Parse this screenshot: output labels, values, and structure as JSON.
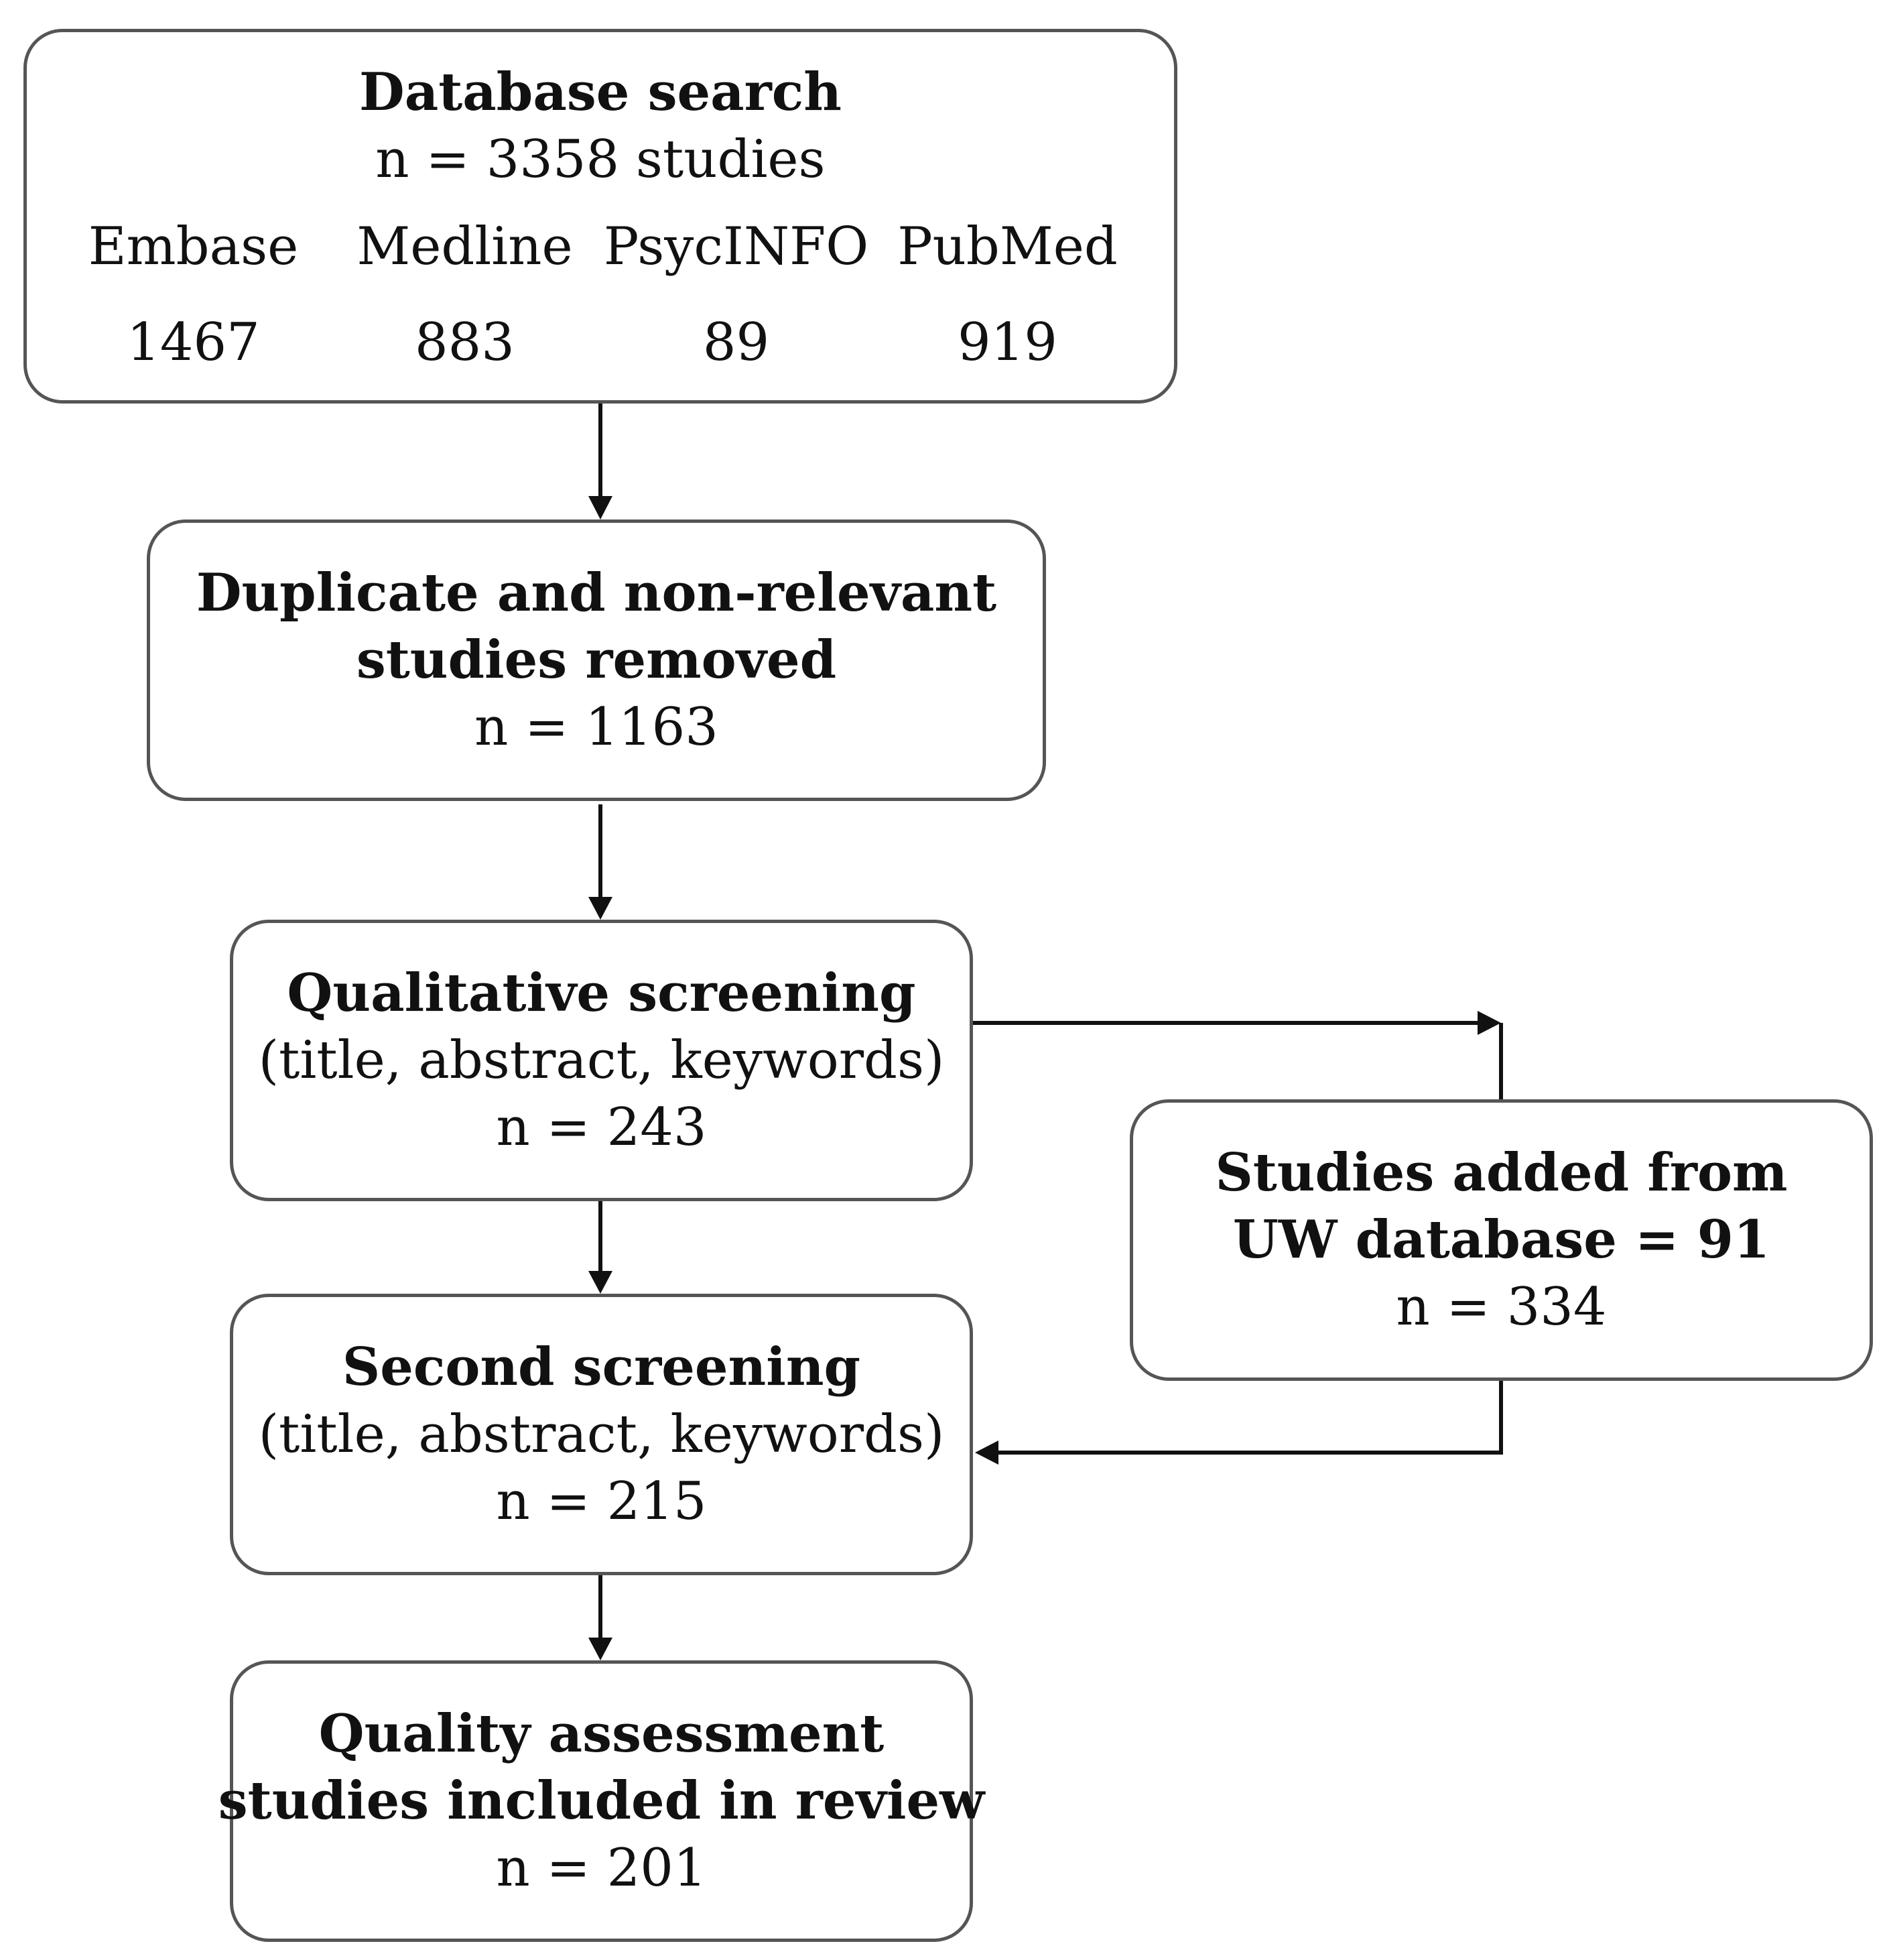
{
  "search": {
    "title": "Database search",
    "total": "n = 3358 studies",
    "databases": [
      {
        "name": "Embase",
        "count": "1467"
      },
      {
        "name": "Medline",
        "count": "883"
      },
      {
        "name": "PsycINFO",
        "count": "89"
      },
      {
        "name": "PubMed",
        "count": "919"
      }
    ]
  },
  "duplicates": {
    "title_line1": "Duplicate and non-relevant",
    "title_line2": "studies removed",
    "count": "n = 1163"
  },
  "qualitative": {
    "title": "Qualitative screening",
    "subtitle": "(title, abstract, keywords)",
    "count": "n = 243"
  },
  "uw_added": {
    "title_line1": "Studies added from",
    "title_line2": "UW database = 91",
    "count": "n = 334"
  },
  "second": {
    "title": "Second screening",
    "subtitle": "(title, abstract, keywords)",
    "count": "n = 215"
  },
  "quality": {
    "title_line1": "Quality assessment",
    "title_line2": "studies included in review",
    "count": "n = 201"
  },
  "colors": {
    "box_border": "#555555",
    "arrow": "#111111",
    "text": "#111111"
  }
}
